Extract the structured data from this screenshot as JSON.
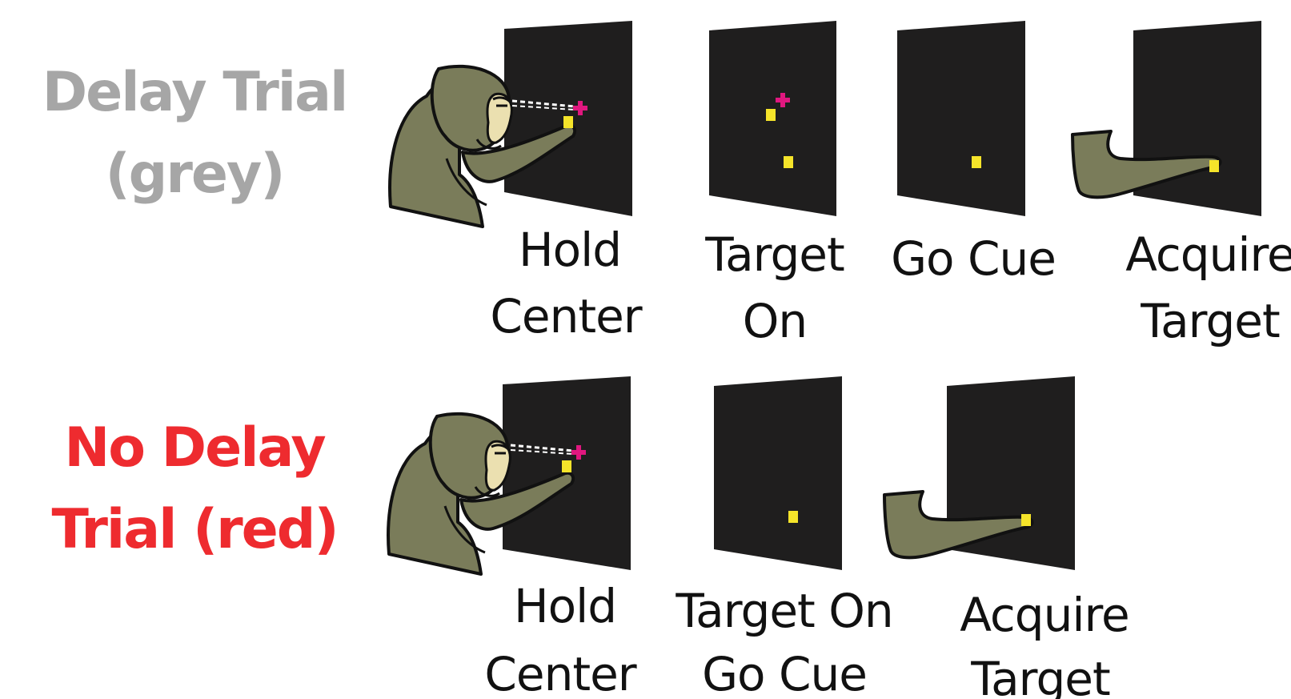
{
  "colors": {
    "screen": "#1f1e1e",
    "monkey_fur": "#7a7c5a",
    "monkey_face": "#ebe0b0",
    "outline": "#111111",
    "fixation_cross": "#e0177f",
    "target": "#f5e42a",
    "delay_label": "#a6a6a6",
    "no_delay_label": "#ee2b2f"
  },
  "icons": [
    "monkey-illustration",
    "reaching-hand",
    "fixation-cross",
    "target-square"
  ],
  "rows": [
    {
      "label_line1": "Delay Trial",
      "label_line2": "(grey)",
      "steps": [
        {
          "line1": "Hold",
          "line2": "Center"
        },
        {
          "line1": "Target",
          "line2": "On"
        },
        {
          "line1": "Go Cue",
          "line2": ""
        },
        {
          "line1": "Acquire",
          "line2": "Target"
        }
      ]
    },
    {
      "label_line1": "No Delay",
      "label_line2": "Trial (red)",
      "steps": [
        {
          "line1": "Hold",
          "line2": "Center"
        },
        {
          "line1": "Target On",
          "line2": "Go Cue"
        },
        {
          "line1": "Acquire",
          "line2": "Target"
        }
      ]
    }
  ]
}
